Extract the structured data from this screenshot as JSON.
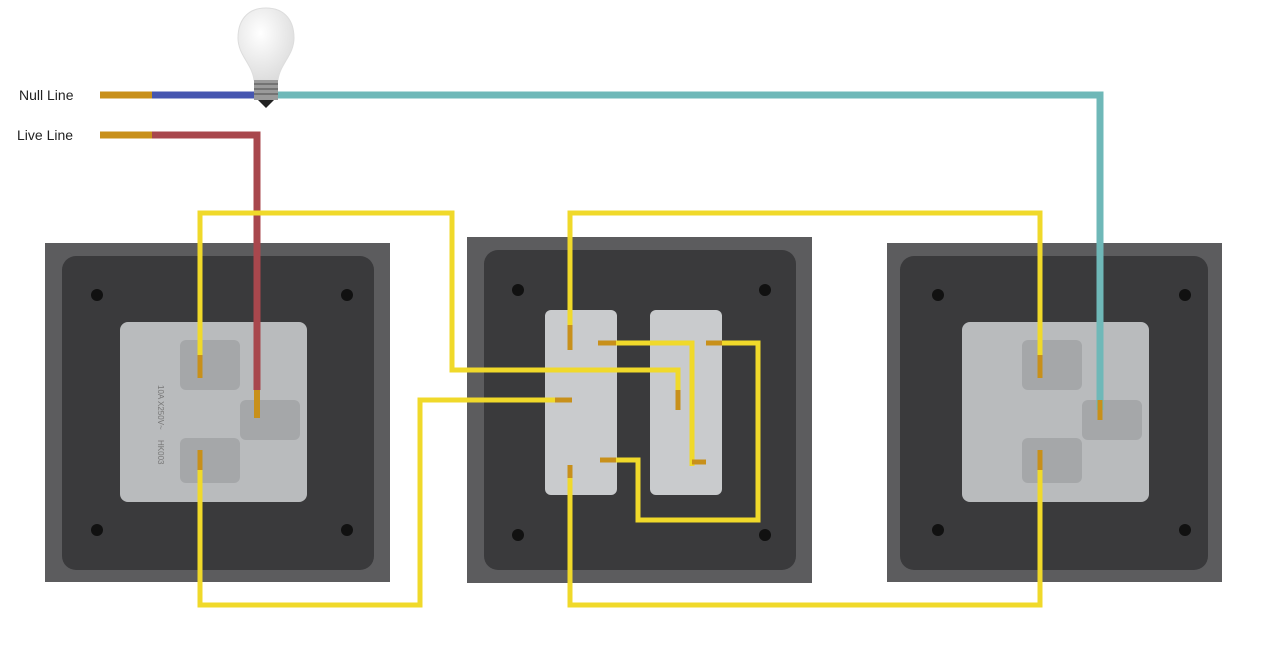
{
  "labels": {
    "null_line": "Null Line",
    "live_line": "Live Line"
  },
  "switch_markings": {
    "rating": "10A X250V~",
    "model": "HK003"
  },
  "colors": {
    "null_wire": "#4656b0",
    "live_wire": "#a8474d",
    "lamp_wire": "#6fb8b8",
    "traveler_wire": "#f0d92a",
    "copper": "#c8901a",
    "plate": "#5a5a5c",
    "module": "#b9bbbd"
  }
}
